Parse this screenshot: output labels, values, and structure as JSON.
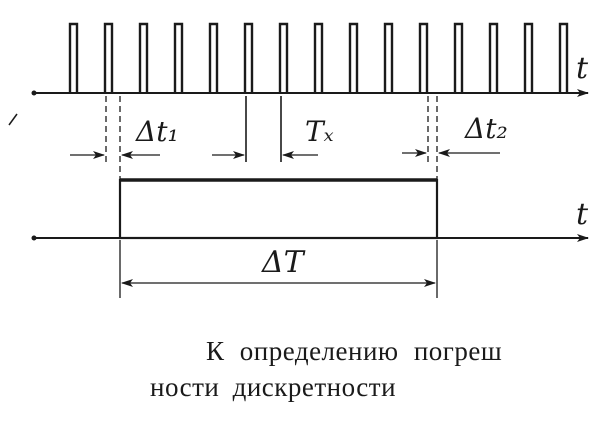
{
  "labels": {
    "time_top": "t",
    "time_bottom": "t",
    "delta_t1": "Δt₁",
    "tx": "Tₓ",
    "delta_t2": "Δt₂",
    "delta_T": "ΔT"
  },
  "caption": {
    "line1": "К определению погреш",
    "line2": "ности дискретности"
  },
  "pulse_count": 15,
  "colors": {
    "ink": "#1a1a1a",
    "background": "#ffffff"
  }
}
